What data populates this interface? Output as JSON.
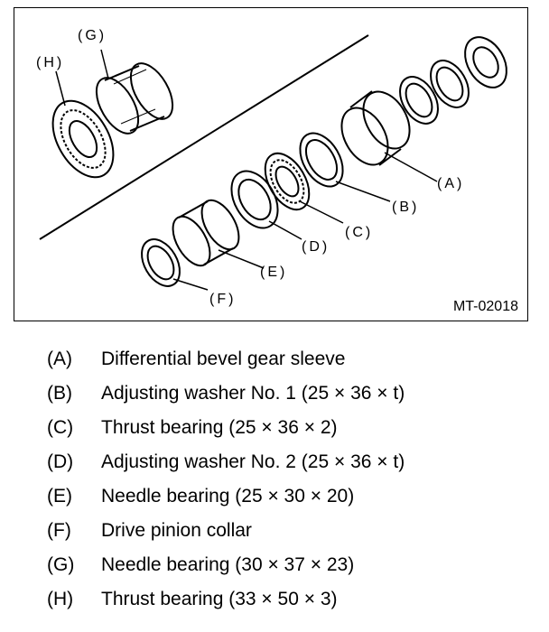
{
  "figure": {
    "code": "MT-02018",
    "labels": {
      "A": "(A)",
      "B": "(B)",
      "C": "(C)",
      "D": "(D)",
      "E": "(E)",
      "F": "(F)",
      "G": "(G)",
      "H": "(H)"
    }
  },
  "legend": [
    {
      "letter": "(A)",
      "text": "Differential bevel gear sleeve"
    },
    {
      "letter": "(B)",
      "text": "Adjusting washer No. 1 (25 × 36 × t)"
    },
    {
      "letter": "(C)",
      "text": "Thrust bearing (25 × 36 × 2)"
    },
    {
      "letter": "(D)",
      "text": "Adjusting washer No. 2 (25 × 36 × t)"
    },
    {
      "letter": "(E)",
      "text": "Needle bearing (25 × 30 × 20)"
    },
    {
      "letter": "(F)",
      "text": "Drive pinion collar"
    },
    {
      "letter": "(G)",
      "text": "Needle bearing (30 × 37 × 23)"
    },
    {
      "letter": "(H)",
      "text": "Thrust bearing (33 × 50 × 3)"
    }
  ]
}
